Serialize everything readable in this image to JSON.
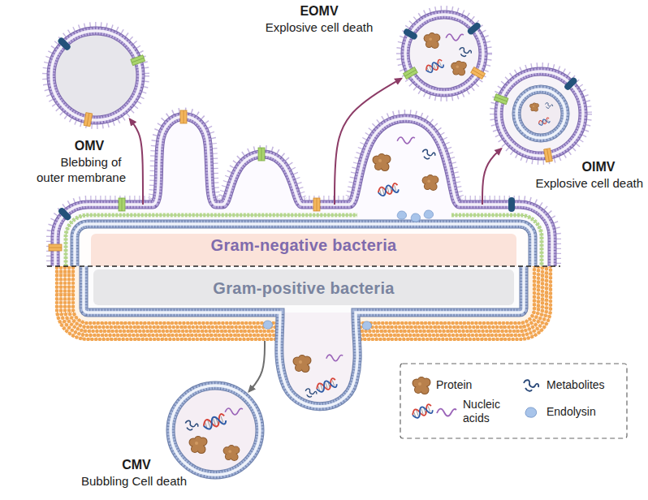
{
  "diagram": {
    "nodes": [
      {
        "text": [
          "OMV",
          "Blebbing of outer membrane"
        ]
      },
      {
        "text": [
          "EOMV",
          "Explosive cell death"
        ]
      },
      {
        "text": [
          "OIMV",
          "Explosive cell death"
        ]
      },
      {
        "text": [
          "Gram-negative bacteria"
        ]
      },
      {
        "text": [
          "Gram-positive bacteria"
        ]
      },
      {
        "text": [
          "CMV",
          "Bubbling Cell death"
        ]
      }
    ],
    "edges": [
      {
        "from": 3,
        "to": 0,
        "arrow": "to"
      },
      {
        "from": 3,
        "to": 1,
        "arrow": "to"
      },
      {
        "from": 3,
        "to": 2,
        "arrow": "to"
      },
      {
        "from": 4,
        "to": 5,
        "arrow": "to"
      }
    ],
    "legend": [
      {
        "text": "Protein"
      },
      {
        "text": "Metabolites"
      },
      {
        "text": "Nucleic acids"
      },
      {
        "text": "Endolysin"
      }
    ]
  }
}
